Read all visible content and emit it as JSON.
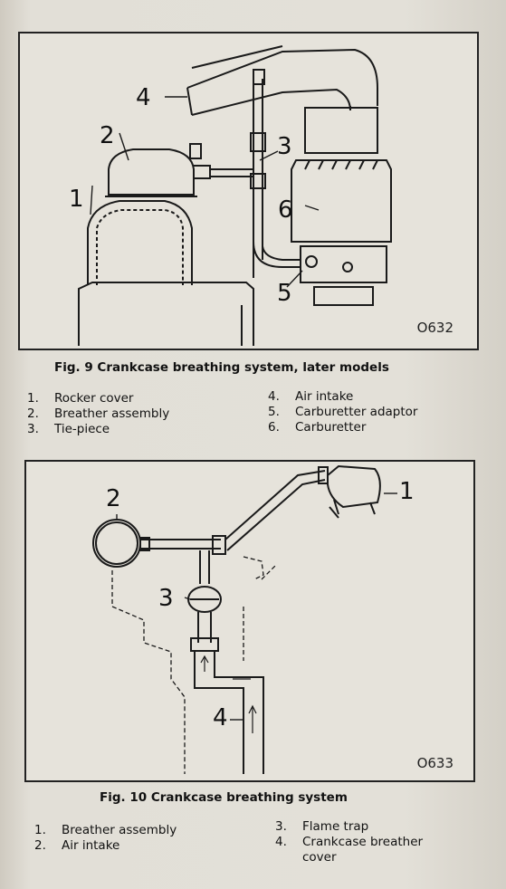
{
  "figures": [
    {
      "caption": "Fig. 9   Crankcase breathing system, later models",
      "code": "O632",
      "callouts": [
        "1",
        "2",
        "3",
        "4",
        "5",
        "6"
      ],
      "legend_left": [
        {
          "num": "1.",
          "label": "Rocker cover"
        },
        {
          "num": "2.",
          "label": "Breather assembly"
        },
        {
          "num": "3.",
          "label": "Tie-piece"
        }
      ],
      "legend_right": [
        {
          "num": "4.",
          "label": "Air intake"
        },
        {
          "num": "5.",
          "label": "Carburetter adaptor"
        },
        {
          "num": "6.",
          "label": "Carburetter"
        }
      ]
    },
    {
      "caption": "Fig. 10   Crankcase breathing system",
      "code": "O633",
      "callouts": [
        "1",
        "2",
        "3",
        "4"
      ],
      "legend_left": [
        {
          "num": "1.",
          "label": "Breather assembly"
        },
        {
          "num": "2.",
          "label": "Air intake"
        }
      ],
      "legend_right": [
        {
          "num": "3.",
          "label": "Flame trap"
        },
        {
          "num": "4.",
          "label": "Crankcase breather"
        },
        {
          "num": "",
          "label": "cover"
        }
      ]
    }
  ],
  "colors": {
    "paper": "#e3e0d8",
    "ink": "#111111"
  }
}
